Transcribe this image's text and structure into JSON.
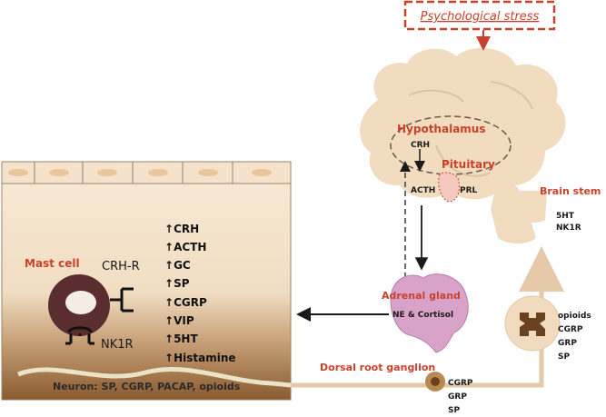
{
  "stress": {
    "label": "Psychological stress"
  },
  "brain": {
    "hypothalamus": "Hypothalamus",
    "crh": "CRH",
    "pituitary": "Pituitary",
    "acth": "ACTH",
    "prl": "PRL",
    "brainstem": "Brain stem",
    "brainstem_items": [
      "5HT",
      "NK1R"
    ]
  },
  "adrenal": {
    "title": "Adrenal gland",
    "output": "NE & Cortisol"
  },
  "mast_cell": {
    "title": "Mast cell",
    "crh_r": "CRH-R",
    "nk1r": "NK1R"
  },
  "mediators": [
    "CRH",
    "ACTH",
    "GC",
    "SP",
    "CGRP",
    "VIP",
    "5HT",
    "Histamine"
  ],
  "neuron": {
    "label": "Neuron: SP, CGRP, PACAP, opioids"
  },
  "drg": {
    "title": "Dorsal root ganglion",
    "items": [
      "CGRP",
      "GRP",
      "SP"
    ]
  },
  "spinal": {
    "items": [
      "opioids",
      "CGRP",
      "GRP",
      "SP"
    ]
  },
  "colors": {
    "accent_red": "#c8412a",
    "brain_fill": "#f2dcc0",
    "adrenal_fill": "#d9a3c9",
    "mast_cell_ring": "#5a2e2e",
    "tissue_top": "#f6e7d2",
    "tissue_bottom": "#8a5a2e"
  }
}
